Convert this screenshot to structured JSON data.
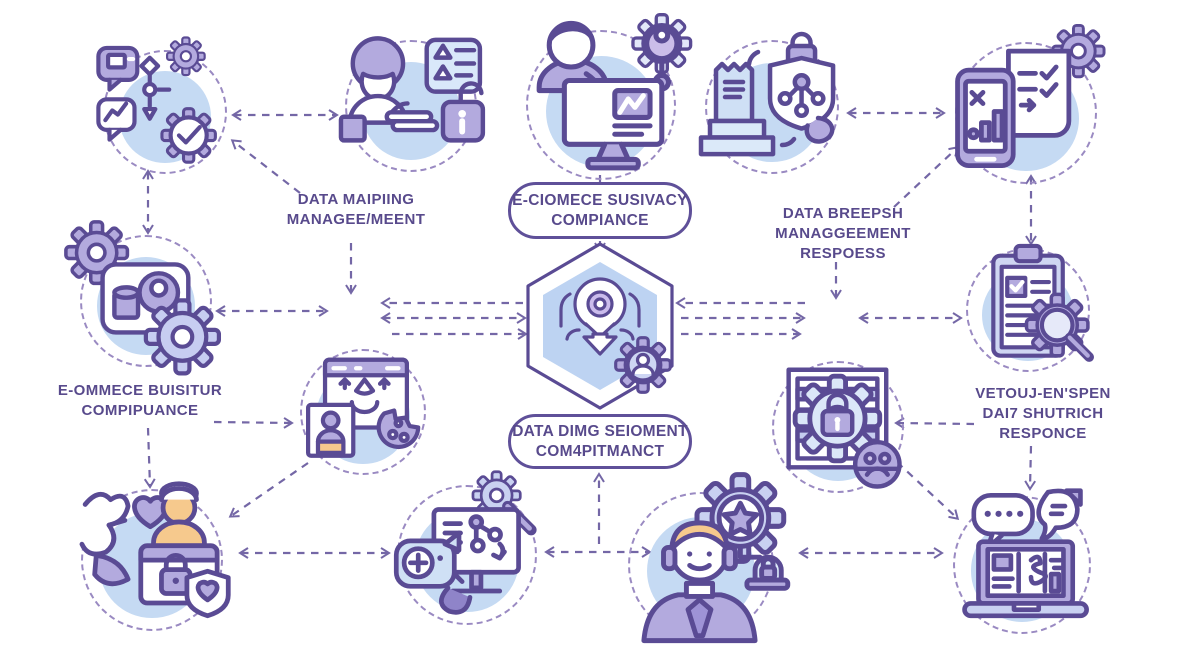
{
  "palette": {
    "line": "#5a4b94",
    "fill_purple": "#b3aade",
    "fill_blue": "#c5daf3",
    "accent_orange": "#f6c98d",
    "text": "#584a8c",
    "arrow": "#7467a6",
    "background": "#ffffff"
  },
  "labels": {
    "data_mapping": {
      "line1": "DATA MAIPIING",
      "line2": "MANAGEE/MEENT"
    },
    "privacy_compliance": {
      "line1": "E-CIOMECE SUSIVACY",
      "line2": "COMPIANCE"
    },
    "breach_response": {
      "line1": "DATA BREEPSH",
      "line2": "MANAGGEEMENT",
      "line3": "RESPOESS"
    },
    "business_compliance": {
      "line1": "E-OMMECE BUISITUR",
      "line2": "COMPIPUANCE"
    },
    "data_segment": {
      "line1": "DATA DIMG SEIOMENT",
      "line2": "COM4PITMANCT"
    },
    "vendor_response": {
      "line1": "VETOUJ-EN'SPEN",
      "line2": "DAI7 SHUTRICH",
      "line3": "RESPONCE"
    }
  },
  "nodes": [
    {
      "icon": "workflow-gears-icon"
    },
    {
      "icon": "consultant-report-icon"
    },
    {
      "icon": "analyst-monitor-gear-icon"
    },
    {
      "icon": "receipt-shield-network-icon"
    },
    {
      "icon": "phone-audit-scroll-gear-icon"
    },
    {
      "icon": "app-window-gears-icon"
    },
    {
      "icon": "clipboard-magnifier-icon"
    },
    {
      "icon": "browser-funnel-cookie-icon"
    },
    {
      "icon": "secure-panel-gear-lock-icon"
    },
    {
      "icon": "customer-dove-lock-shield-icon"
    },
    {
      "icon": "monitor-flow-magnifier-icon"
    },
    {
      "icon": "support-agent-star-gear-icon"
    },
    {
      "icon": "laptop-chat-bubbles-icon"
    }
  ],
  "center": {
    "icon": "hexagon-location-pin-gear-icon"
  }
}
